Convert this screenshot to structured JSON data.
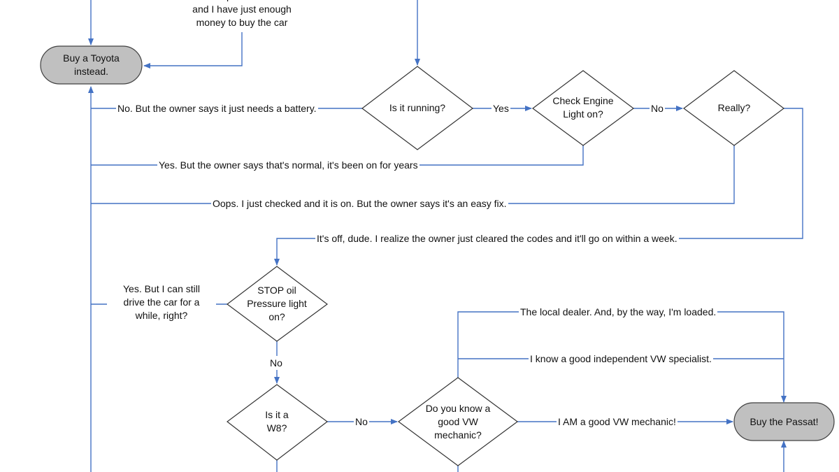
{
  "nodes": {
    "poor_student": "I'm a poor student\nand I have just enough\nmoney to buy the car",
    "buy_toyota": "Buy a Toyota\ninstead.",
    "is_running": "Is it running?",
    "check_engine": "Check Engine\nLight on?",
    "really": "Really?",
    "stop_oil": "STOP oil\nPressure light\non?",
    "is_w8": "Is it a\nW8?",
    "know_mechanic": "Do you know a\ngood VW\nmechanic?",
    "buy_passat": "Buy the Passat!"
  },
  "edges": {
    "yes_1": "Yes",
    "no_1": "No",
    "no_battery": "No. But the owner says it just needs a battery.",
    "yes_normal": "Yes. But the owner says that's normal, it's been on for years",
    "oops": "Oops. I just checked and it is on.  But the owner says it's an easy fix.",
    "its_off": "It's off, dude. I realize the owner just cleared the codes and it'll go on within a week.",
    "yes_still_drive": "Yes. But I can still\ndrive the car for a\nwhile, right?",
    "no_2": "No",
    "no_3": "No",
    "local_dealer": "The local dealer. And, by the way, I'm loaded.",
    "independent": "I know a good independent VW specialist.",
    "am_mechanic": "I AM a good VW mechanic!"
  },
  "colors": {
    "line": "#4472C4",
    "terminal_fill": "#C0C0C0",
    "shape_stroke": "#404040"
  }
}
